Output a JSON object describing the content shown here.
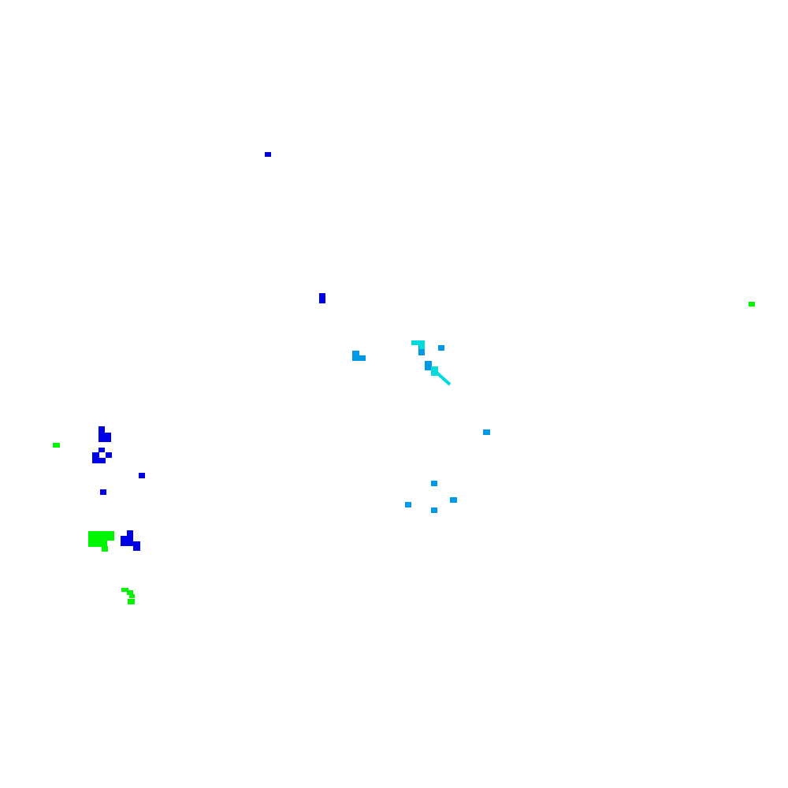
{
  "map": {
    "background_color": "#ffffff",
    "palette": {
      "blue": "#0000e6",
      "green": "#00f500",
      "sky": "#0099e6",
      "cyan": "#00dcdc"
    },
    "clusters": [
      {
        "name": "cluster-top-left",
        "color": "blue"
      },
      {
        "name": "cluster-center-blue",
        "color": "blue"
      },
      {
        "name": "cluster-east-green",
        "color": "green"
      },
      {
        "name": "cluster-center-sky",
        "color": "sky"
      },
      {
        "name": "cluster-center-cyan",
        "color": "cyan"
      },
      {
        "name": "cluster-southwest-blue",
        "color": "blue"
      },
      {
        "name": "cluster-southwest-green",
        "color": "green"
      },
      {
        "name": "cluster-south-sky",
        "color": "sky"
      }
    ]
  }
}
